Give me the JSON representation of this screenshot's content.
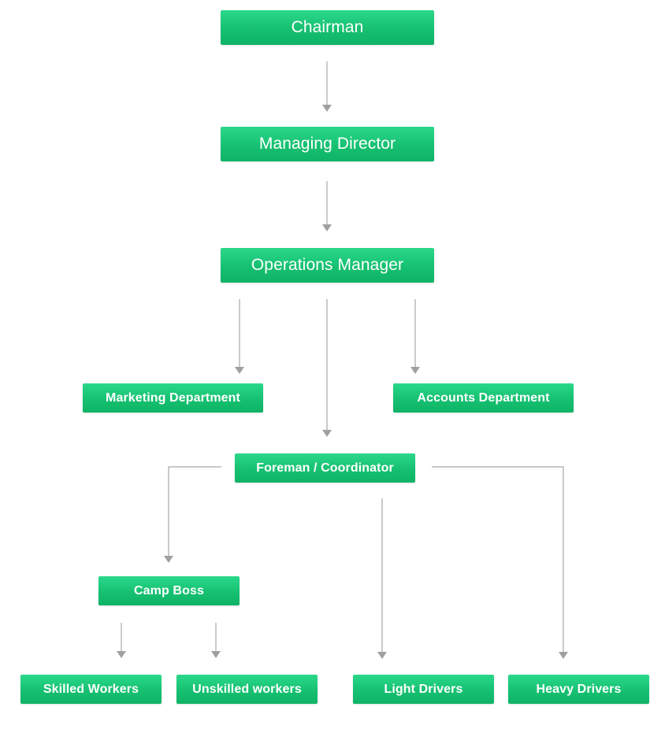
{
  "org_chart": {
    "chairman": "Chairman",
    "managing_director": "Managing Director",
    "operations_manager": "Operations Manager",
    "marketing_department": "Marketing Department",
    "accounts_department": "Accounts Department",
    "foreman_coordinator": "Foreman / Coordinator",
    "camp_boss": "Camp Boss",
    "skilled_workers": "Skilled Workers",
    "unskilled_workers": "Unskilled workers",
    "light_drivers": "Light Drivers",
    "heavy_drivers": "Heavy Drivers"
  },
  "colors": {
    "node_fill": "#16c071",
    "connector": "#a8a8a8",
    "node_text": "#ffffff"
  }
}
